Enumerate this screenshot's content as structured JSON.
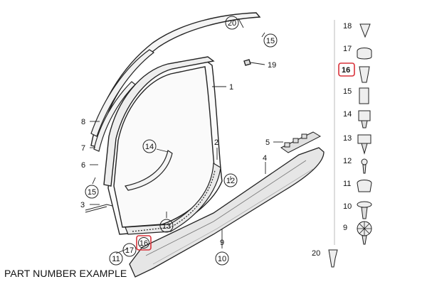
{
  "caption": "PART NUMBER EXAMPLE",
  "highlight_color": "#d9323a",
  "callouts": {
    "c1": "1",
    "c2": "2",
    "c3": "3",
    "c4": "4",
    "c5": "5",
    "c6": "6",
    "c7": "7",
    "c8": "8",
    "c9": "9",
    "c10": "10",
    "c11": "11",
    "c12": "12",
    "c13": "13",
    "c14": "14",
    "c15": "15",
    "c16": "16",
    "c17": "17",
    "c19": "19",
    "c20": "20"
  },
  "legend": {
    "r18": "18",
    "r17": "17",
    "r16": "16",
    "r15": "15",
    "r14": "14",
    "r13": "13",
    "r12": "12",
    "r11": "11",
    "r10": "10",
    "r9": "9",
    "r20": "20"
  }
}
